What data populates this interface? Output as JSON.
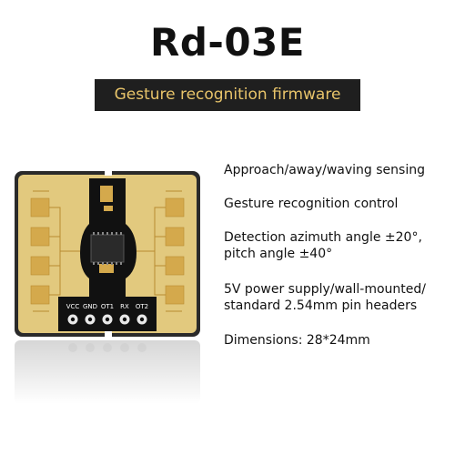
{
  "title": "Rd-03E",
  "banner": "Gesture recognition firmware",
  "board": {
    "pin_labels": [
      "VCC",
      "GND",
      "OT1",
      "RX",
      "OT2"
    ],
    "colors": {
      "pcb": "#e2c97e",
      "strip": "#111111",
      "pad": "#d4a94c",
      "edge": "#2a2a2a"
    }
  },
  "features": [
    {
      "lines": [
        "Approach/away/waving sensing"
      ]
    },
    {
      "lines": [
        "Gesture recognition control"
      ]
    },
    {
      "lines": [
        "Detection azimuth angle ±20°,",
        "pitch angle ±40°"
      ]
    },
    {
      "lines": [
        "5V power supply/wall-mounted/",
        "standard 2.54mm pin headers"
      ]
    },
    {
      "lines": [
        "Dimensions: 28*24mm"
      ]
    }
  ]
}
